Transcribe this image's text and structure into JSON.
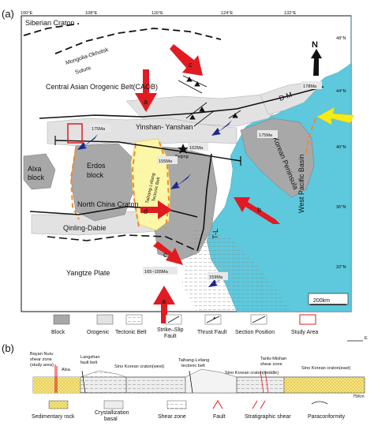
{
  "panel_a_label": "(a)",
  "panel_b_label": "(b)",
  "longitudes": [
    "100°E",
    "108°E",
    "116°E",
    "124°E",
    "132°E"
  ],
  "latitudes": [
    "48°N",
    "44°N",
    "40°N",
    "36°N",
    "32°N"
  ],
  "north": "N",
  "regions": {
    "siberian": "Siberian Craton",
    "mongolia_1": "Mongolia-Okhotsk",
    "mongolia_2": "Suture",
    "caob": "Central Asian Orogenic Belt(CAOB)",
    "yinshan": "Yinshan- Yanshan",
    "alxa_1": "Alxa",
    "alxa_2": "block",
    "erdos_1": "Erdos",
    "erdos_2": "block",
    "ncc": "North China Craton",
    "qinling": "Qinling-Dabie",
    "yangtze": "Yangtze Plate",
    "korean": "Korean Peninsula",
    "wpb": "West Pacific Basin",
    "dm": "D-M",
    "tl": "T-L",
    "taihang_1": "Taihang-Lvliang",
    "taihang_2": "Tectonic Belt",
    "beijing": "Beijing"
  },
  "ages": {
    "a175_left": "175Ma",
    "a178": "178Ma",
    "a162": "162Ma",
    "a175_right": "175Ma",
    "a155": "155Ma",
    "a159": "159Ma",
    "a165": "165~155Ma"
  },
  "arrow_labels": {
    "a1": "a",
    "a2": "a",
    "b": "b",
    "c1": "c",
    "c2": "c",
    "d": "d"
  },
  "scale": "200km",
  "legend_row1": [
    "Block",
    "Orogenic",
    "Tectonic Belt",
    "Strike–Slip\nFault",
    "Thrust Fault",
    "Section Position",
    "Study Area"
  ],
  "legend_row2": [
    "Sedimentary rock",
    "Crystallization\nbasal",
    "Shear zone",
    "Fault",
    "Stratigraphic shear",
    "Paraconformity"
  ],
  "section": {
    "bayan_1": "Bayan Nuru",
    "bayan_2": "shear zone",
    "bayan_3": "(study area)",
    "alxa": "Alxa",
    "langshan_1": "Langshan",
    "langshan_2": "fault belt",
    "skw": "Sino Korean craton(west)",
    "taihang_1": "Taihang-Lvliang",
    "taihang_2": "tectonic belt",
    "skm": "Sino Korean craton(middle)",
    "tanlu_1": "Tanlu-Mishan",
    "tanlu_2": "shear zone",
    "ske": "Sino Korean craton(east)",
    "scale": "75Km",
    "e": "E"
  },
  "colors": {
    "ocean": "#5ec8dc",
    "block": "#a8a8a8",
    "orogenic": "#e2e2e2",
    "taihang": "#fcf7a6",
    "red_arrow": "#e11b22",
    "blue_arrow": "#1c2a8a",
    "yellow_arrow": "#f6ea19",
    "orange_line": "#f08a2c"
  }
}
